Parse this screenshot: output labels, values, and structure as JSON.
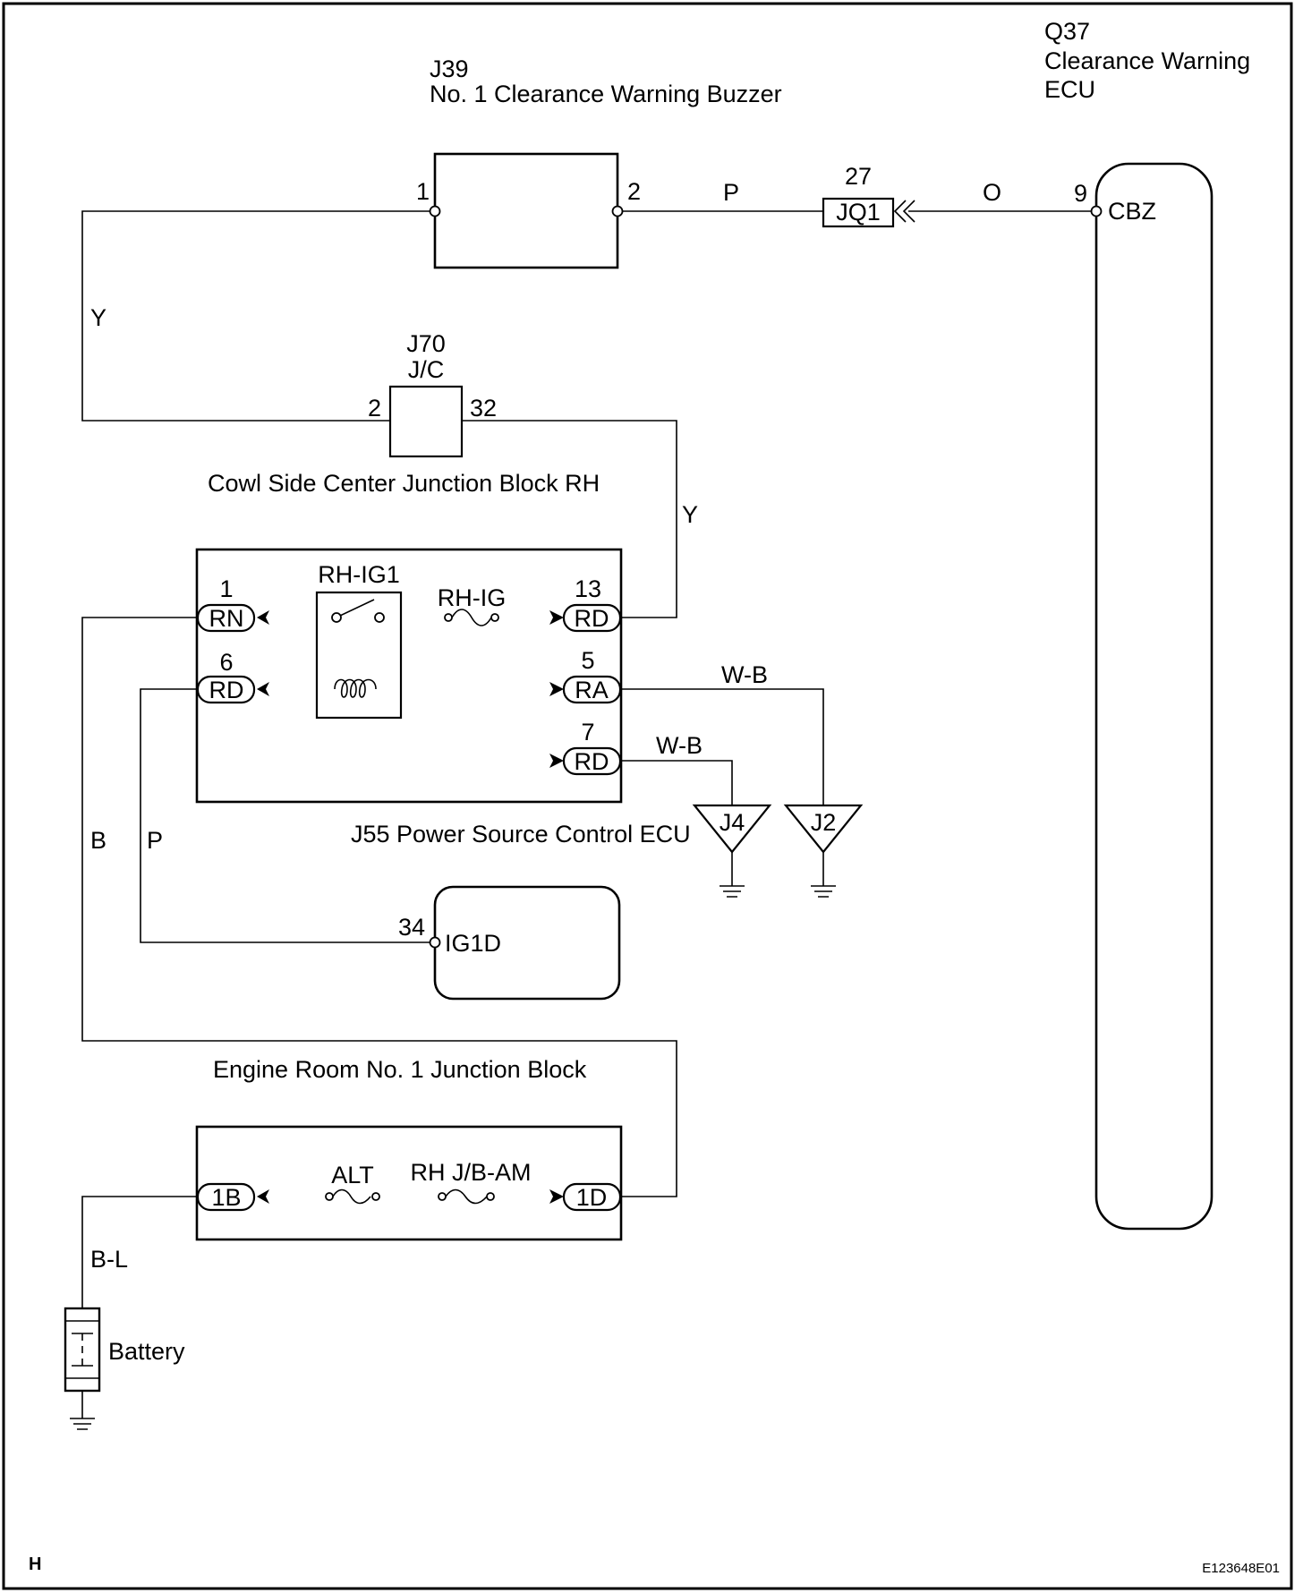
{
  "components": {
    "buzzer": {
      "code": "J39",
      "name": "No. 1 Clearance Warning Buzzer",
      "pin_left": "1",
      "pin_right": "2"
    },
    "ecu_clearance": {
      "code": "Q37",
      "name_line1": "Clearance Warning",
      "name_line2": "ECU",
      "pin_number": "9",
      "pin_name": "CBZ"
    },
    "connector_jq1": {
      "pin": "27",
      "name": "JQ1"
    },
    "junction_connector": {
      "code": "J70",
      "type": "J/C",
      "pin_left": "2",
      "pin_right": "32",
      "caption": "Cowl Side Center Junction Block RH"
    },
    "power_ecu": {
      "caption": "J55 Power Source Control ECU",
      "relay_name": "RH-IG1",
      "fuse_name": "RH-IG",
      "terminals": [
        {
          "number": "1",
          "name": "RN"
        },
        {
          "number": "6",
          "name": "RD"
        },
        {
          "number": "13",
          "name": "RD"
        },
        {
          "number": "5",
          "name": "RA"
        },
        {
          "number": "7",
          "name": "RD"
        }
      ]
    },
    "ig1d_ecu": {
      "pin_number": "34",
      "pin_name": "IG1D"
    },
    "engine_room_jb": {
      "caption": "Engine Room No. 1 Junction Block",
      "fuse_alt": "ALT",
      "fuse_am": "RH J/B-AM",
      "terminal_left": "1B",
      "terminal_right": "1D"
    },
    "battery": {
      "name": "Battery"
    },
    "grounds": [
      {
        "name": "J4"
      },
      {
        "name": "J2"
      }
    ]
  },
  "wire_colors": {
    "buzzer_to_jq1": "P",
    "jq1_to_ecu": "O",
    "buzzer_to_jc": "Y",
    "jc_to_power": "Y",
    "ground_ra": "W-B",
    "ground_rd": "W-B",
    "engine_jb_to_rn": "B",
    "rd_to_ig1d": "P",
    "battery_wire": "B-L"
  },
  "footer": {
    "left": "H",
    "right": "E123648E01"
  }
}
